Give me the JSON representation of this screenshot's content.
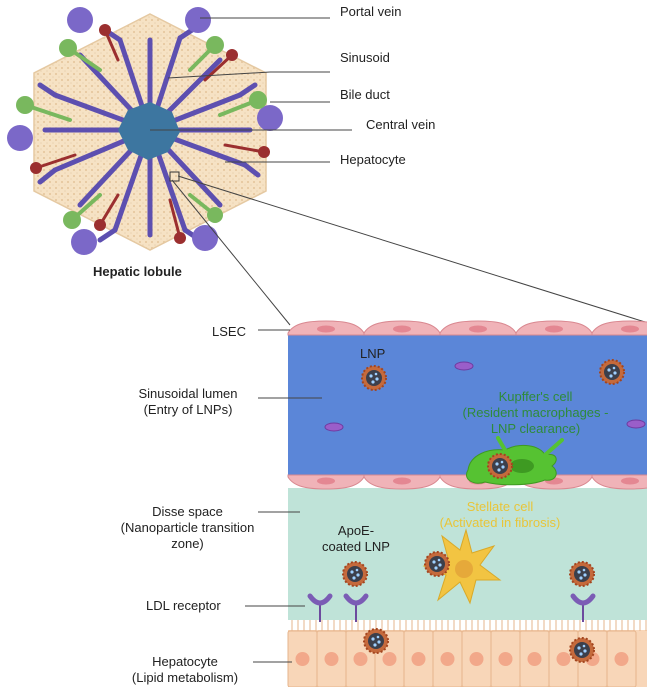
{
  "lobule": {
    "title": "Hepatic lobule",
    "labels": {
      "portal_vein": "Portal vein",
      "sinusoid": "Sinusoid",
      "bile_duct": "Bile duct",
      "central_vein": "Central vein",
      "hepatocyte": "Hepatocyte"
    }
  },
  "detail": {
    "lsec": "LSEC",
    "sinusoidal_lumen": [
      "Sinusoidal lumen",
      "(Entry of LNPs)"
    ],
    "lnp": "LNP",
    "kupffer": [
      "Kupffer's cell",
      "(Resident macrophages -",
      "LNP clearance)"
    ],
    "disse": [
      "Disse space",
      "(Nanoparticle transition",
      "zone)"
    ],
    "stellate": [
      "Stellate cell",
      "(Activated in fibrosis)"
    ],
    "apoe_lnp": [
      "ApoE-",
      "coated LNP"
    ],
    "ldl_receptor": "LDL receptor",
    "hepatocyte": [
      "Hepatocyte",
      "(Lipid metabolism)"
    ]
  },
  "colors": {
    "portal_vein": "#7b68c8",
    "sinusoid": "#5d4fb0",
    "bile_duct": "#79b85e",
    "hepatic_artery": "#9b2f2f",
    "central_vein": "#3d76a0",
    "parenchyma": "#f6e2c4",
    "lsec": "#f0b3b8",
    "lumen": "#5b86d8",
    "disse": "#bfe3d8",
    "hepatocyte_cell": "#f8d6b8",
    "kupffer": "#56c232",
    "stellate": "#f2c442",
    "lnp_shell": "#b0552a"
  }
}
